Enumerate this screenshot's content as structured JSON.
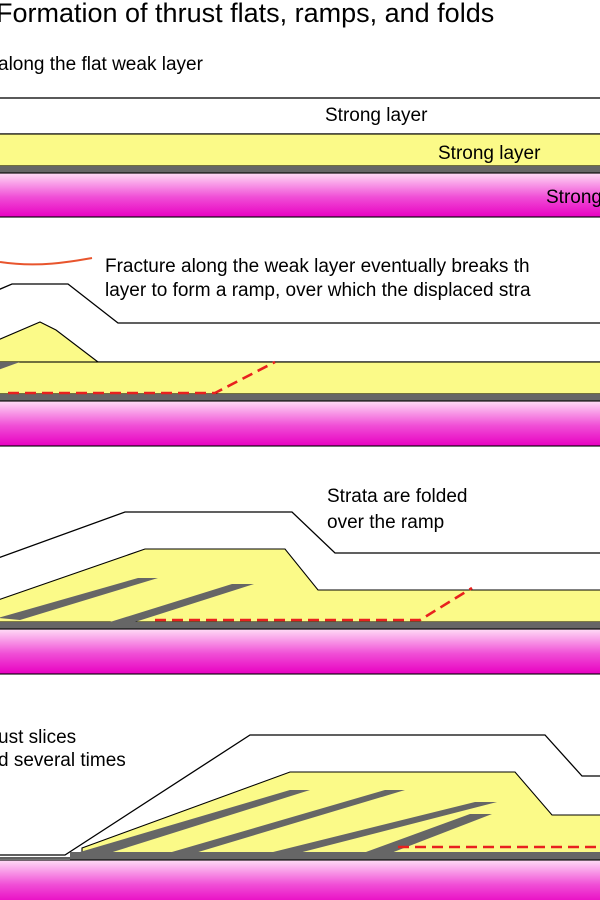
{
  "title": "Formation of thrust flats, ramps, and folds",
  "panel1": {
    "caption": "along the flat weak layer",
    "layer_labels": [
      "Strong layer",
      "Strong layer",
      "Strong"
    ]
  },
  "panel2": {
    "caption_line1": "Fracture along the weak layer eventually breaks th",
    "caption_line2": "layer to form a ramp, over which the displaced stra"
  },
  "panel3": {
    "caption_line1": "Strata are folded",
    "caption_line2": "over the ramp"
  },
  "panel4": {
    "caption_line1": "ust slices",
    "caption_line2": "d several times"
  },
  "colors": {
    "strong_layer_yellow": "#fbfa88",
    "weak_layer_gray": "#666666",
    "basement_magenta_gradient": [
      "#e800c2",
      "#ffd9f5"
    ],
    "fault_red": "#e8211e",
    "leader_orange": "#e8552d"
  }
}
